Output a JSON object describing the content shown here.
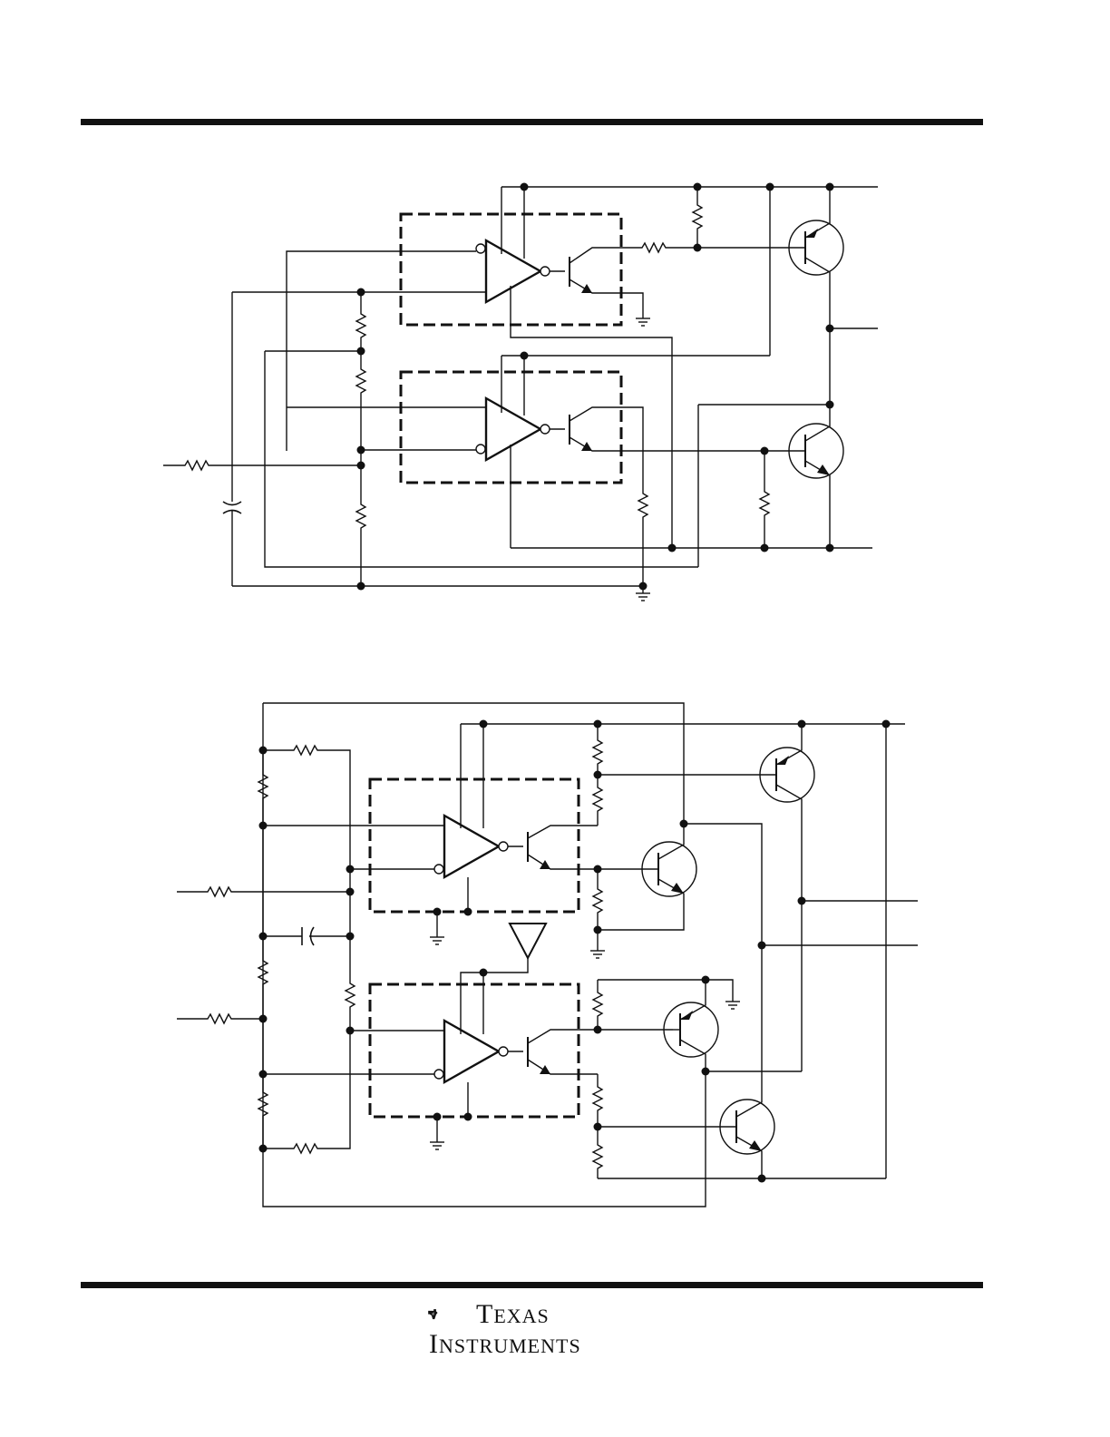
{
  "footer": {
    "brand_line1_initial": "T",
    "brand_line1_rest": "EXAS",
    "brand_line2_initial": "I",
    "brand_line2_rest": "NSTRUMENTS",
    "logo_icon": "ti-state-logo-icon"
  },
  "colors": {
    "ink": "#111111",
    "paper": "#ffffff"
  }
}
